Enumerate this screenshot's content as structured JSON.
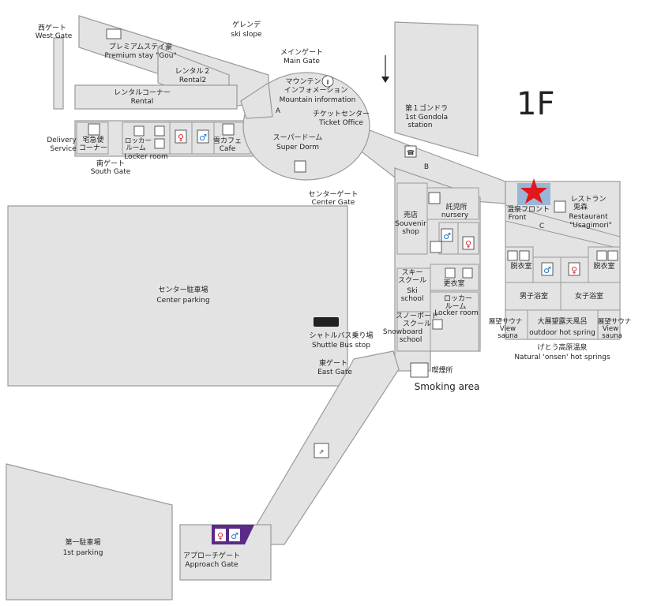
{
  "floor": "1F",
  "labels": {
    "west_gate_jp": "西ゲート",
    "west_gate_en": "West Gate",
    "ski_slope_jp": "ゲレンデ",
    "ski_slope_en": "ski slope",
    "premium_jp": "プレミアムステイ豪",
    "premium_en": "Premium stay \"Gou\"",
    "main_gate_jp": "メインゲート",
    "main_gate_en": "Main Gate",
    "rental2_jp": "レンタル２",
    "rental2_en": "Rental2",
    "rental_jp": "レンタルコーナー",
    "rental_en": "Rental",
    "mountain_jp1": "マウンテン",
    "mountain_jp2": "インフォメーション",
    "mountain_en": "Mountain information",
    "ticket_jp": "チケットセンター",
    "ticket_en": "Ticket Office",
    "gondola_jp": "第１ゴンドラ",
    "gondola_en1": "1st Gondola",
    "gondola_en2": "station",
    "delivery_en1": "Delivery",
    "delivery_en2": "Service",
    "delivery_jp1": "宅急便",
    "delivery_jp2": "コーナー",
    "locker1_jp1": "ロッカー",
    "locker1_jp2": "ルーム",
    "locker1_en": "Locker room",
    "cafe_jp": "雪カフェ",
    "cafe_en": "Cafe",
    "super_dorm_jp": "スーパードーム",
    "super_dorm_en": "Super Dorm",
    "south_gate_jp": "南ゲート",
    "south_gate_en": "South Gate",
    "marker_a": "A",
    "marker_b": "B",
    "marker_c": "C",
    "center_gate_jp": "センターゲート",
    "center_gate_en": "Center Gate",
    "center_parking_jp": "センター駐車場",
    "center_parking_en": "Center parking",
    "souvenir_jp": "売店",
    "souvenir_en1": "Souvenir",
    "souvenir_en2": "shop",
    "nursery_jp": "託児所",
    "nursery_en": "nursery",
    "onsen_front_jp": "温泉フロント",
    "onsen_front_en": "Front",
    "restaurant_jp1": "レストラン",
    "restaurant_jp2": "兎森",
    "restaurant_en1": "Restaurant",
    "restaurant_en2": "\"Usagimori\"",
    "changing_jp": "脱衣室",
    "changing_room_jp": "更衣室",
    "ski_school_jp1": "スキー",
    "ski_school_jp2": "スクール",
    "ski_school_en1": "Ski",
    "ski_school_en2": "school",
    "locker2_jp1": "ロッカー",
    "locker2_jp2": "ルーム",
    "locker2_en": "Locker room",
    "men_bath_jp": "男子浴室",
    "women_bath_jp": "女子浴室",
    "view_sauna_jp": "展望サウナ",
    "view_sauna_en1": "View",
    "view_sauna_en2": "sauna",
    "outdoor_jp": "大展望露天風呂",
    "outdoor_en": "outdoor hot spring",
    "snowboard_jp1": "スノーボード",
    "snowboard_jp2": "スクール",
    "snowboard_en1": "Snowboard",
    "snowboard_en2": "school",
    "hotspring_jp": "げとう高原温泉",
    "hotspring_en": "Natural 'onsen' hot springs",
    "shuttle_jp": "シャトルバス乗り場",
    "shuttle_en": "Shuttle Bus stop",
    "east_gate_jp": "東ゲート",
    "east_gate_en": "East Gate",
    "smoking_jp": "喫煙所",
    "smoking_en": "Smoking area",
    "first_parking_jp": "第一駐車場",
    "first_parking_en": "1st parking",
    "approach_jp": "アプローチゲート",
    "approach_en": "Approach Gate"
  },
  "icons": {
    "info": "i",
    "phone": "☎",
    "escalator": "⇗"
  },
  "colors": {
    "building": "#e3e3e3",
    "outline": "#9a9a9a",
    "front_highlight": "#9ab6d6",
    "current_location_star": "#e2161b",
    "approach_toilet_bg": "#5b2a86",
    "toilet_female": "#d8262a",
    "toilet_male": "#1f78c8"
  }
}
